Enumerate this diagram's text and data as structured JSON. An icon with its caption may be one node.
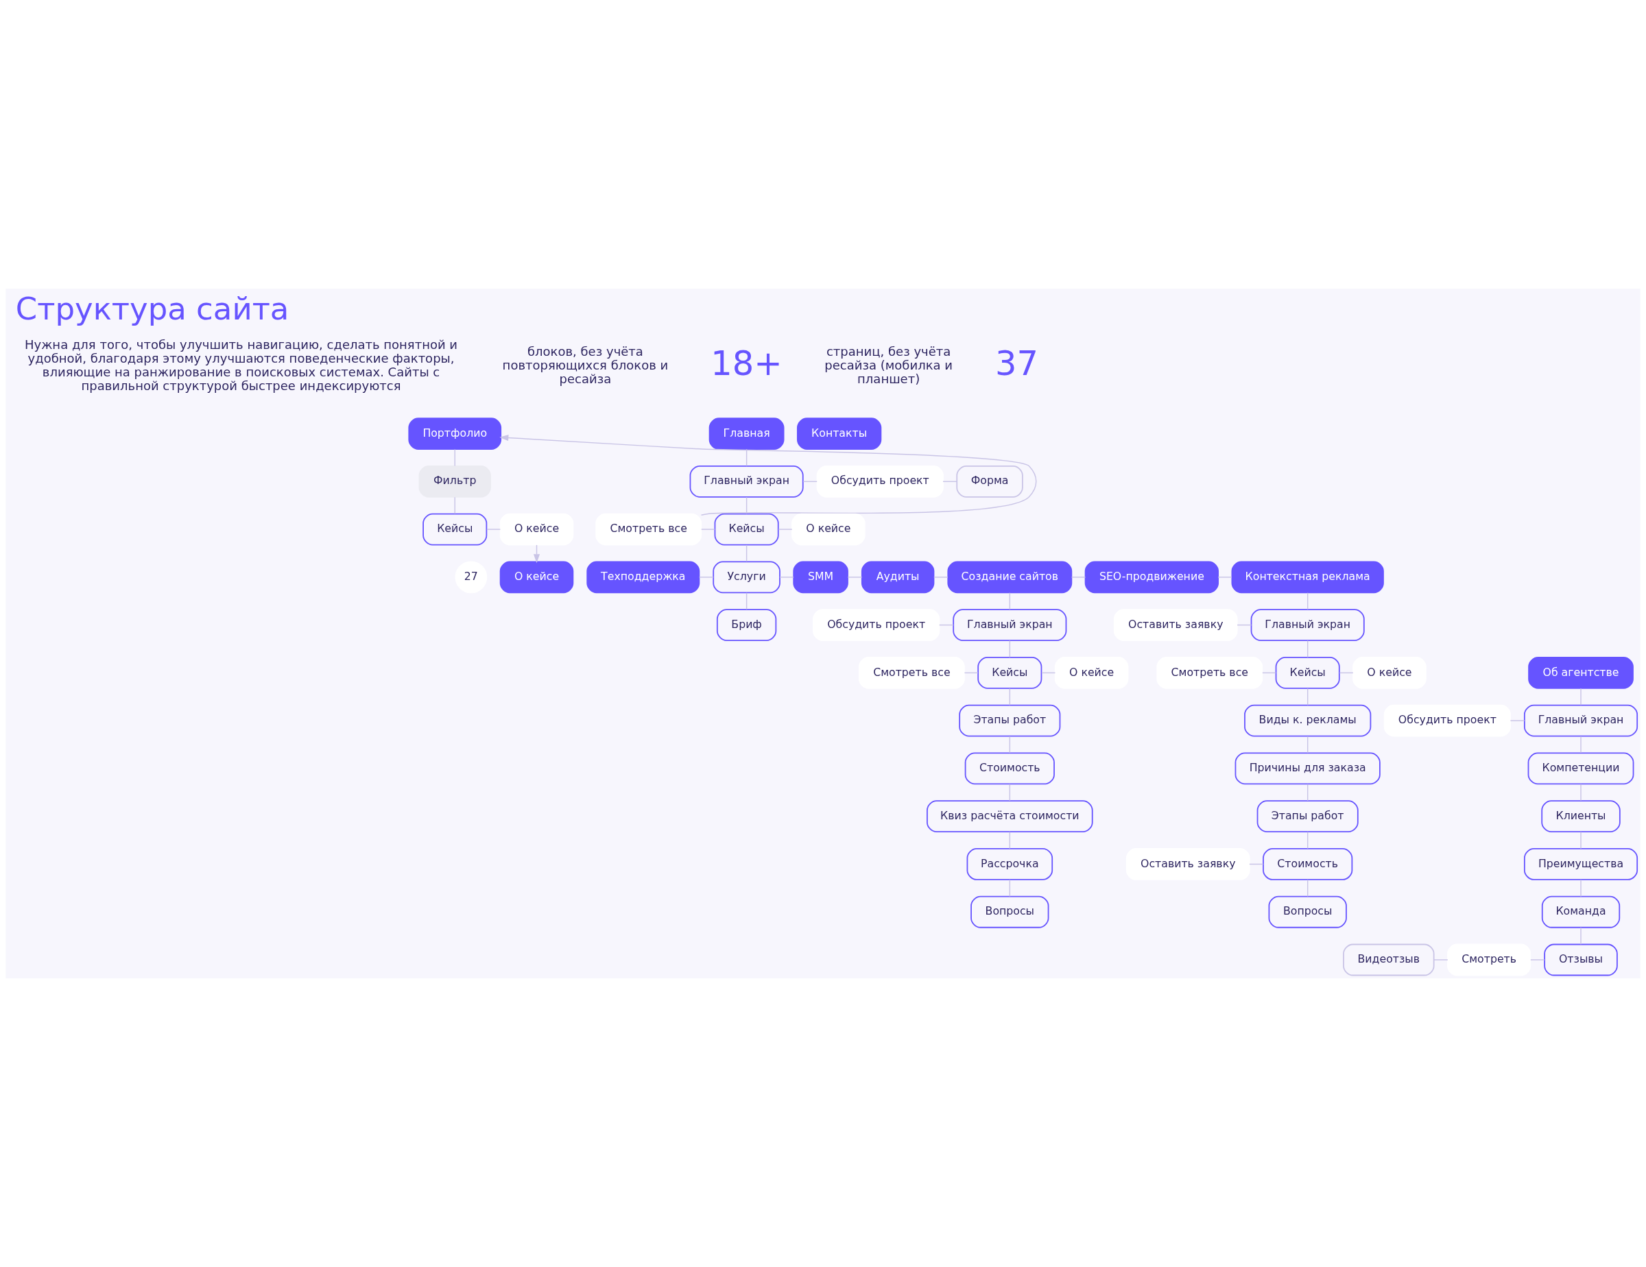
{
  "diagram": {
    "title": "Структура сайта",
    "nodes": [
      {
        "text": [
          "Портфолио"
        ]
      },
      {
        "text": [
          "Фильтр"
        ]
      },
      {
        "text": [
          "Кейсы"
        ]
      },
      {
        "text": [
          "О кейсе"
        ]
      },
      {
        "text": [
          "О кейсе"
        ],
        "beside": [
          "27"
        ]
      },
      {
        "text": [
          "Главная"
        ]
      },
      {
        "text": [
          "Главный экран"
        ]
      },
      {
        "text": [
          "Обсудить проект"
        ]
      },
      {
        "text": [
          "Форма"
        ]
      },
      {
        "text": [
          "Смотреть все"
        ]
      },
      {
        "text": [
          "Кейсы"
        ]
      },
      {
        "text": [
          "О кейсе"
        ]
      },
      {
        "text": [
          "Техподдержка"
        ]
      },
      {
        "text": [
          "Услуги"
        ]
      },
      {
        "text": [
          "SMM"
        ]
      },
      {
        "text": [
          "Аудиты"
        ]
      },
      {
        "text": [
          "Создание сайтов"
        ]
      },
      {
        "text": [
          "SEO-продвижение"
        ]
      },
      {
        "text": [
          "Контекстная реклама"
        ]
      },
      {
        "text": [
          "Бриф"
        ]
      },
      {
        "text": [
          "Контакты"
        ]
      },
      {
        "text": [
          "Обсудить проект"
        ]
      },
      {
        "text": [
          "Главный экран"
        ]
      },
      {
        "text": [
          "Смотреть все"
        ]
      },
      {
        "text": [
          "Кейсы"
        ]
      },
      {
        "text": [
          "О кейсе"
        ]
      },
      {
        "text": [
          "Этапы работ"
        ]
      },
      {
        "text": [
          "Стоимость"
        ]
      },
      {
        "text": [
          "Квиз расчёта стоимости"
        ]
      },
      {
        "text": [
          "Рассрочка"
        ]
      },
      {
        "text": [
          "Вопросы"
        ]
      },
      {
        "text": [
          "Оставить заявку"
        ]
      },
      {
        "text": [
          "Главный экран"
        ]
      },
      {
        "text": [
          "Смотреть все"
        ]
      },
      {
        "text": [
          "Кейсы"
        ]
      },
      {
        "text": [
          "О кейсе"
        ]
      },
      {
        "text": [
          "Виды к. рекламы"
        ]
      },
      {
        "text": [
          "Причины для заказа"
        ]
      },
      {
        "text": [
          "Этапы работ"
        ]
      },
      {
        "text": [
          "Оставить заявку"
        ]
      },
      {
        "text": [
          "Стоимость"
        ]
      },
      {
        "text": [
          "Вопросы"
        ]
      },
      {
        "text": [
          "Об агентстве"
        ]
      },
      {
        "text": [
          "Обсудить проект"
        ]
      },
      {
        "text": [
          "Главный экран"
        ]
      },
      {
        "text": [
          "Компетенции"
        ]
      },
      {
        "text": [
          "Клиенты"
        ]
      },
      {
        "text": [
          "Преимущества"
        ]
      },
      {
        "text": [
          "Команда"
        ]
      },
      {
        "text": [
          "Видеотзыв"
        ]
      },
      {
        "text": [
          "Смотреть"
        ]
      },
      {
        "text": [
          "Отзывы"
        ]
      }
    ],
    "edges": [
      {
        "from": 0,
        "to": 1,
        "arrow": "none"
      },
      {
        "from": 1,
        "to": 2,
        "arrow": "none"
      },
      {
        "from": 2,
        "to": 3,
        "arrow": "none"
      },
      {
        "from": 3,
        "to": 4,
        "arrow": "to"
      },
      {
        "from": 9,
        "to": 0,
        "arrow": "to"
      },
      {
        "from": 5,
        "to": 6,
        "arrow": "none"
      },
      {
        "from": 6,
        "to": 7,
        "arrow": "none"
      },
      {
        "from": 7,
        "to": 8,
        "arrow": "none"
      },
      {
        "from": 6,
        "to": 10,
        "arrow": "none"
      },
      {
        "from": 9,
        "to": 10,
        "arrow": "none"
      },
      {
        "from": 10,
        "to": 11,
        "arrow": "none"
      },
      {
        "from": 10,
        "to": 13,
        "arrow": "none"
      },
      {
        "from": 12,
        "to": 13,
        "arrow": "none"
      },
      {
        "from": 13,
        "to": 14,
        "arrow": "none"
      },
      {
        "from": 14,
        "to": 15,
        "arrow": "none"
      },
      {
        "from": 15,
        "to": 16,
        "arrow": "none"
      },
      {
        "from": 16,
        "to": 17,
        "arrow": "none"
      },
      {
        "from": 17,
        "to": 18,
        "arrow": "none"
      },
      {
        "from": 13,
        "to": 19,
        "arrow": "none"
      },
      {
        "from": 16,
        "to": 22,
        "arrow": "none"
      },
      {
        "from": 21,
        "to": 22,
        "arrow": "none"
      },
      {
        "from": 22,
        "to": 24,
        "arrow": "none"
      },
      {
        "from": 23,
        "to": 24,
        "arrow": "none"
      },
      {
        "from": 24,
        "to": 25,
        "arrow": "none"
      },
      {
        "from": 24,
        "to": 26,
        "arrow": "none"
      },
      {
        "from": 26,
        "to": 27,
        "arrow": "none"
      },
      {
        "from": 27,
        "to": 28,
        "arrow": "none"
      },
      {
        "from": 28,
        "to": 29,
        "arrow": "none"
      },
      {
        "from": 29,
        "to": 30,
        "arrow": "none"
      },
      {
        "from": 18,
        "to": 32,
        "arrow": "none"
      },
      {
        "from": 31,
        "to": 32,
        "arrow": "none"
      },
      {
        "from": 32,
        "to": 34,
        "arrow": "none"
      },
      {
        "from": 33,
        "to": 34,
        "arrow": "none"
      },
      {
        "from": 34,
        "to": 35,
        "arrow": "none"
      },
      {
        "from": 34,
        "to": 36,
        "arrow": "none"
      },
      {
        "from": 36,
        "to": 37,
        "arrow": "none"
      },
      {
        "from": 37,
        "to": 38,
        "arrow": "none"
      },
      {
        "from": 38,
        "to": 40,
        "arrow": "none"
      },
      {
        "from": 39,
        "to": 40,
        "arrow": "none"
      },
      {
        "from": 40,
        "to": 41,
        "arrow": "none"
      },
      {
        "from": 42,
        "to": 44,
        "arrow": "none"
      },
      {
        "from": 43,
        "to": 44,
        "arrow": "none"
      },
      {
        "from": 44,
        "to": 45,
        "arrow": "none"
      },
      {
        "from": 45,
        "to": 46,
        "arrow": "none"
      },
      {
        "from": 46,
        "to": 47,
        "arrow": "none"
      },
      {
        "from": 47,
        "to": 48,
        "arrow": "none"
      },
      {
        "from": 48,
        "to": 51,
        "arrow": "none"
      },
      {
        "from": 50,
        "to": 51,
        "arrow": "none"
      },
      {
        "from": 49,
        "to": 50,
        "arrow": "none"
      }
    ],
    "labels": [
      "37",
      "страниц, без учёта ресайза (мобилка и планшет)",
      "18+",
      "блоков, без учёта повторяющихся блоков и ресайза",
      "Нужна для того, чтобы улучшить навигацию, сделать понятной и удобной, благодаря этому улучшаются поведенческие факторы, влияющие на ранжирование в поисковых системах. Сайты с правильной структурой быстрее индексируются"
    ]
  }
}
